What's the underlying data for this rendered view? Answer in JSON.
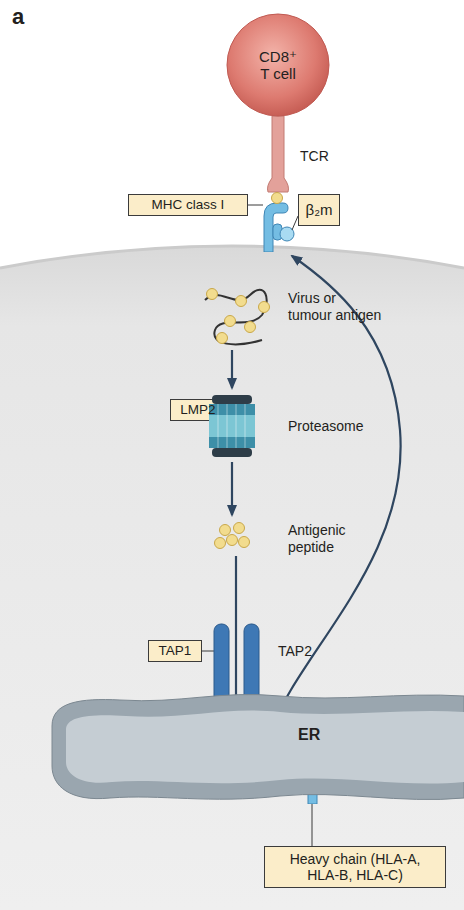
{
  "diagram": {
    "nodes": [
      {
        "text": [
          "CD8⁺ T cell"
        ]
      },
      {
        "text": [
          "MHC class I"
        ]
      },
      {
        "text": [
          "β₂m"
        ]
      },
      {
        "text": [
          "LMP2"
        ]
      },
      {
        "text": [
          "TAP1"
        ]
      },
      {
        "text": [
          "ER"
        ]
      },
      {
        "text": [
          "Heavy chain (HLA-A, HLA-B, HLA-C)"
        ]
      }
    ],
    "labels": [
      "a",
      "TCR",
      "Virus or tumour antigen",
      "Proteasome",
      "Antigenic peptide",
      "TAP2"
    ]
  }
}
